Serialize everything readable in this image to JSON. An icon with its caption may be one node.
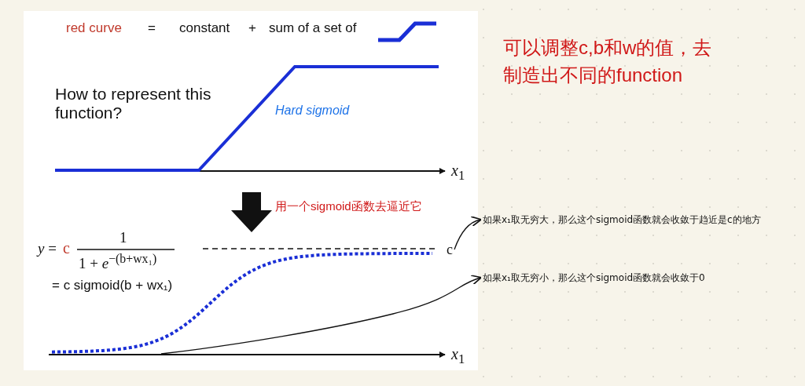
{
  "diagram": {
    "nodes": [
      {
        "text": [
          "c"
        ]
      },
      {
        "text": [
          "如果x₁取无穷大，那么这个sigmoid函数就会收敛于趋近是c的地方"
        ]
      },
      {
        "text": [
          "如果x₁取无穷小，那么这个sigmoid函数就会收敛于0"
        ]
      },
      {
        "text": [],
        "shape": "picture"
      }
    ],
    "edges": [
      {
        "from": 0,
        "to": 1,
        "arrow": "to"
      },
      {
        "from": 3,
        "to": 2,
        "arrow": "to"
      }
    ],
    "labels": [
      "red curve",
      "=",
      "constant",
      "+",
      "sum of a set of",
      "可以调整c,b和w的值，去制造出不同的function",
      "How to represent this function?",
      "Hard sigmoid",
      "*x*$_{1}$",
      "用一个sigmoid函数去逼近它",
      "*y* =",
      "c",
      "1",
      "1 + *e*$^{−(b+wx₁)}$",
      "= c sigmoid(b + wx₁)",
      "*x*$_{1}$"
    ]
  }
}
